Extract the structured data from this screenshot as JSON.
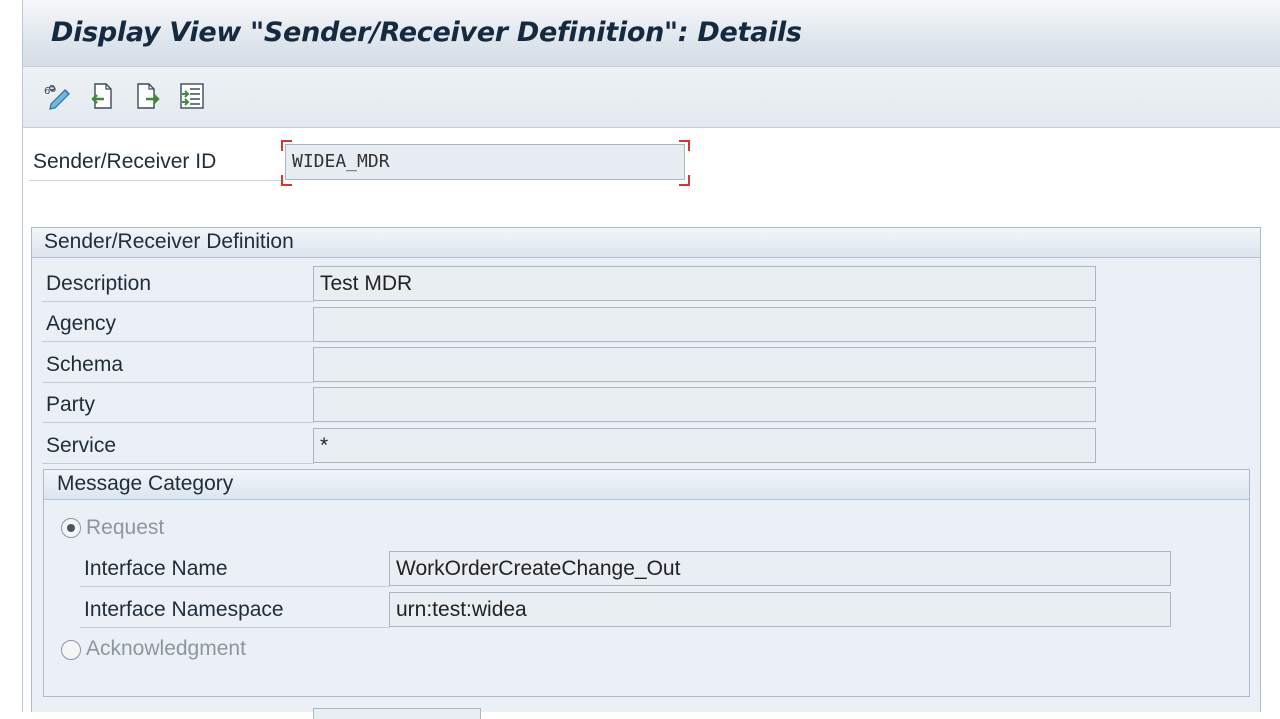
{
  "window": {
    "title": "Display View \"Sender/Receiver Definition\": Details"
  },
  "toolbar": {
    "buttons": [
      {
        "icon": "display-change-icon"
      },
      {
        "icon": "previous-entry-icon"
      },
      {
        "icon": "next-entry-icon"
      },
      {
        "icon": "variable-list-icon"
      }
    ]
  },
  "header": {
    "id_label": "Sender/Receiver ID",
    "id_value": "WIDEA_MDR"
  },
  "definition": {
    "title": "Sender/Receiver Definition",
    "fields": [
      {
        "label": "Description",
        "value": "Test MDR"
      },
      {
        "label": "Agency",
        "value": ""
      },
      {
        "label": "Schema",
        "value": ""
      },
      {
        "label": "Party",
        "value": ""
      },
      {
        "label": "Service",
        "value": "*"
      }
    ]
  },
  "message_category": {
    "title": "Message Category",
    "request_label": "Request",
    "request_selected": true,
    "interface_name_label": "Interface Name",
    "interface_name_value": "WorkOrderCreateChange_Out",
    "interface_namespace_label": "Interface Namespace",
    "interface_namespace_value": "urn:test:widea",
    "acknowledgment_label": "Acknowledgment",
    "acknowledgment_selected": false
  },
  "colors": {
    "title_text": "#152a3f",
    "focus_corner": "#d5382c",
    "group_background": "#eaf0f6",
    "disabled_text": "#8d96a0"
  }
}
